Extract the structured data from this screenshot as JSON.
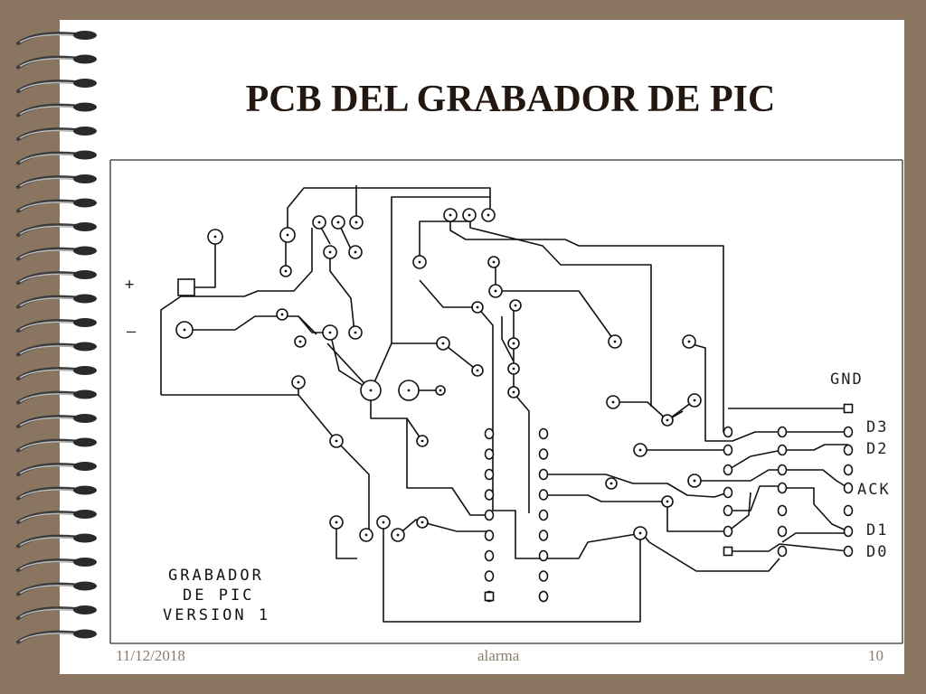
{
  "slide": {
    "title": "PCB DEL GRABADOR DE PIC",
    "footer_date": "11/12/2018",
    "footer_center": "alarma",
    "footer_page": "10"
  },
  "pcb": {
    "plus": "+",
    "minus": "–",
    "gnd": "GND",
    "d3": "D3",
    "d2": "D2",
    "ack": "ACK",
    "d1": "D1",
    "d0": "D0",
    "board_line1": "GRABADOR",
    "board_line2": "DE PIC",
    "board_line3": "VERSION 1"
  },
  "colors": {
    "frame": "#8a7560",
    "slide": "#ffffff",
    "title": "#221811",
    "trace": "#111111",
    "footer": "#8a7c6e"
  }
}
